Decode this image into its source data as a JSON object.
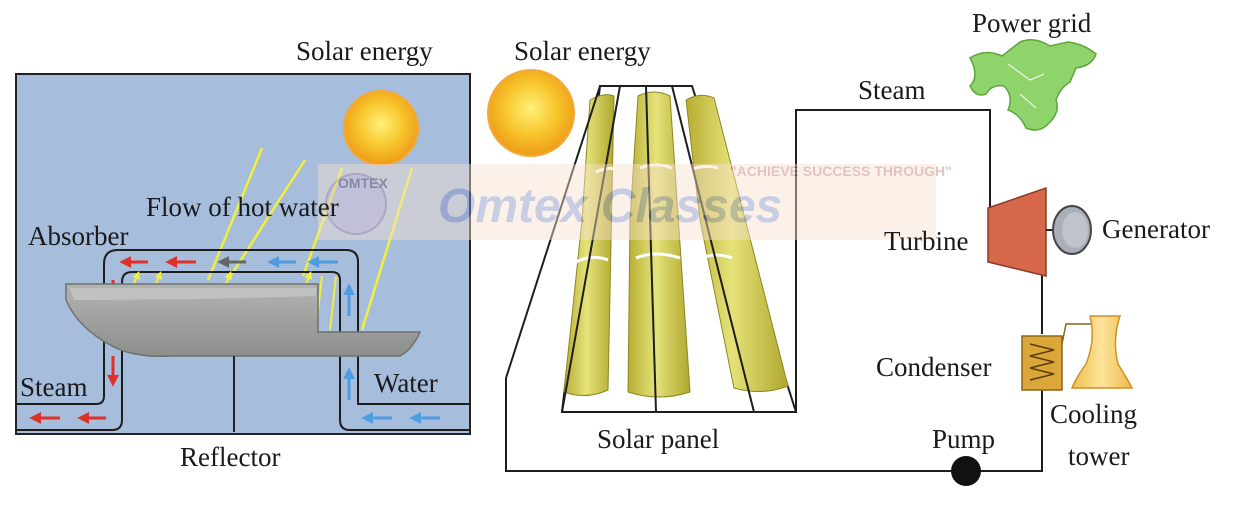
{
  "diagram": {
    "labels": {
      "solar_energy_left": "Solar energy",
      "solar_energy_center": "Solar energy",
      "power_grid": "Power grid",
      "steam_top": "Steam",
      "flow_of_hot_water": "Flow of hot water",
      "absorber": "Absorber",
      "turbine": "Turbine",
      "generator": "Generator",
      "condenser": "Condenser",
      "steam_left": "Steam",
      "water": "Water",
      "cooling": "Cooling",
      "tower": "tower",
      "solar_panel": "Solar panel",
      "pump": "Pump",
      "reflector": "Reflector"
    },
    "watermark": {
      "brand": "Omtex Classes",
      "tagline": "\"ACHIEVE SUCCESS THROUGH\"",
      "seal": "OMTEX"
    },
    "colors": {
      "panel_bg": "#a7bddc",
      "sun": "#f6b51e",
      "hot_arrow": "#e0302a",
      "cold_arrow": "#4d9de0",
      "mid_arrow": "#666666",
      "mirror": "#9ea09e",
      "ray": "#f2ef3a",
      "solar_panel": "#c8c24a",
      "turbine": "#d6674a",
      "generator": "#a9aeb8",
      "condenser": "#dba63a",
      "cooling_tower": "#f5cc6a",
      "power_grid": "#8fd46a"
    }
  }
}
